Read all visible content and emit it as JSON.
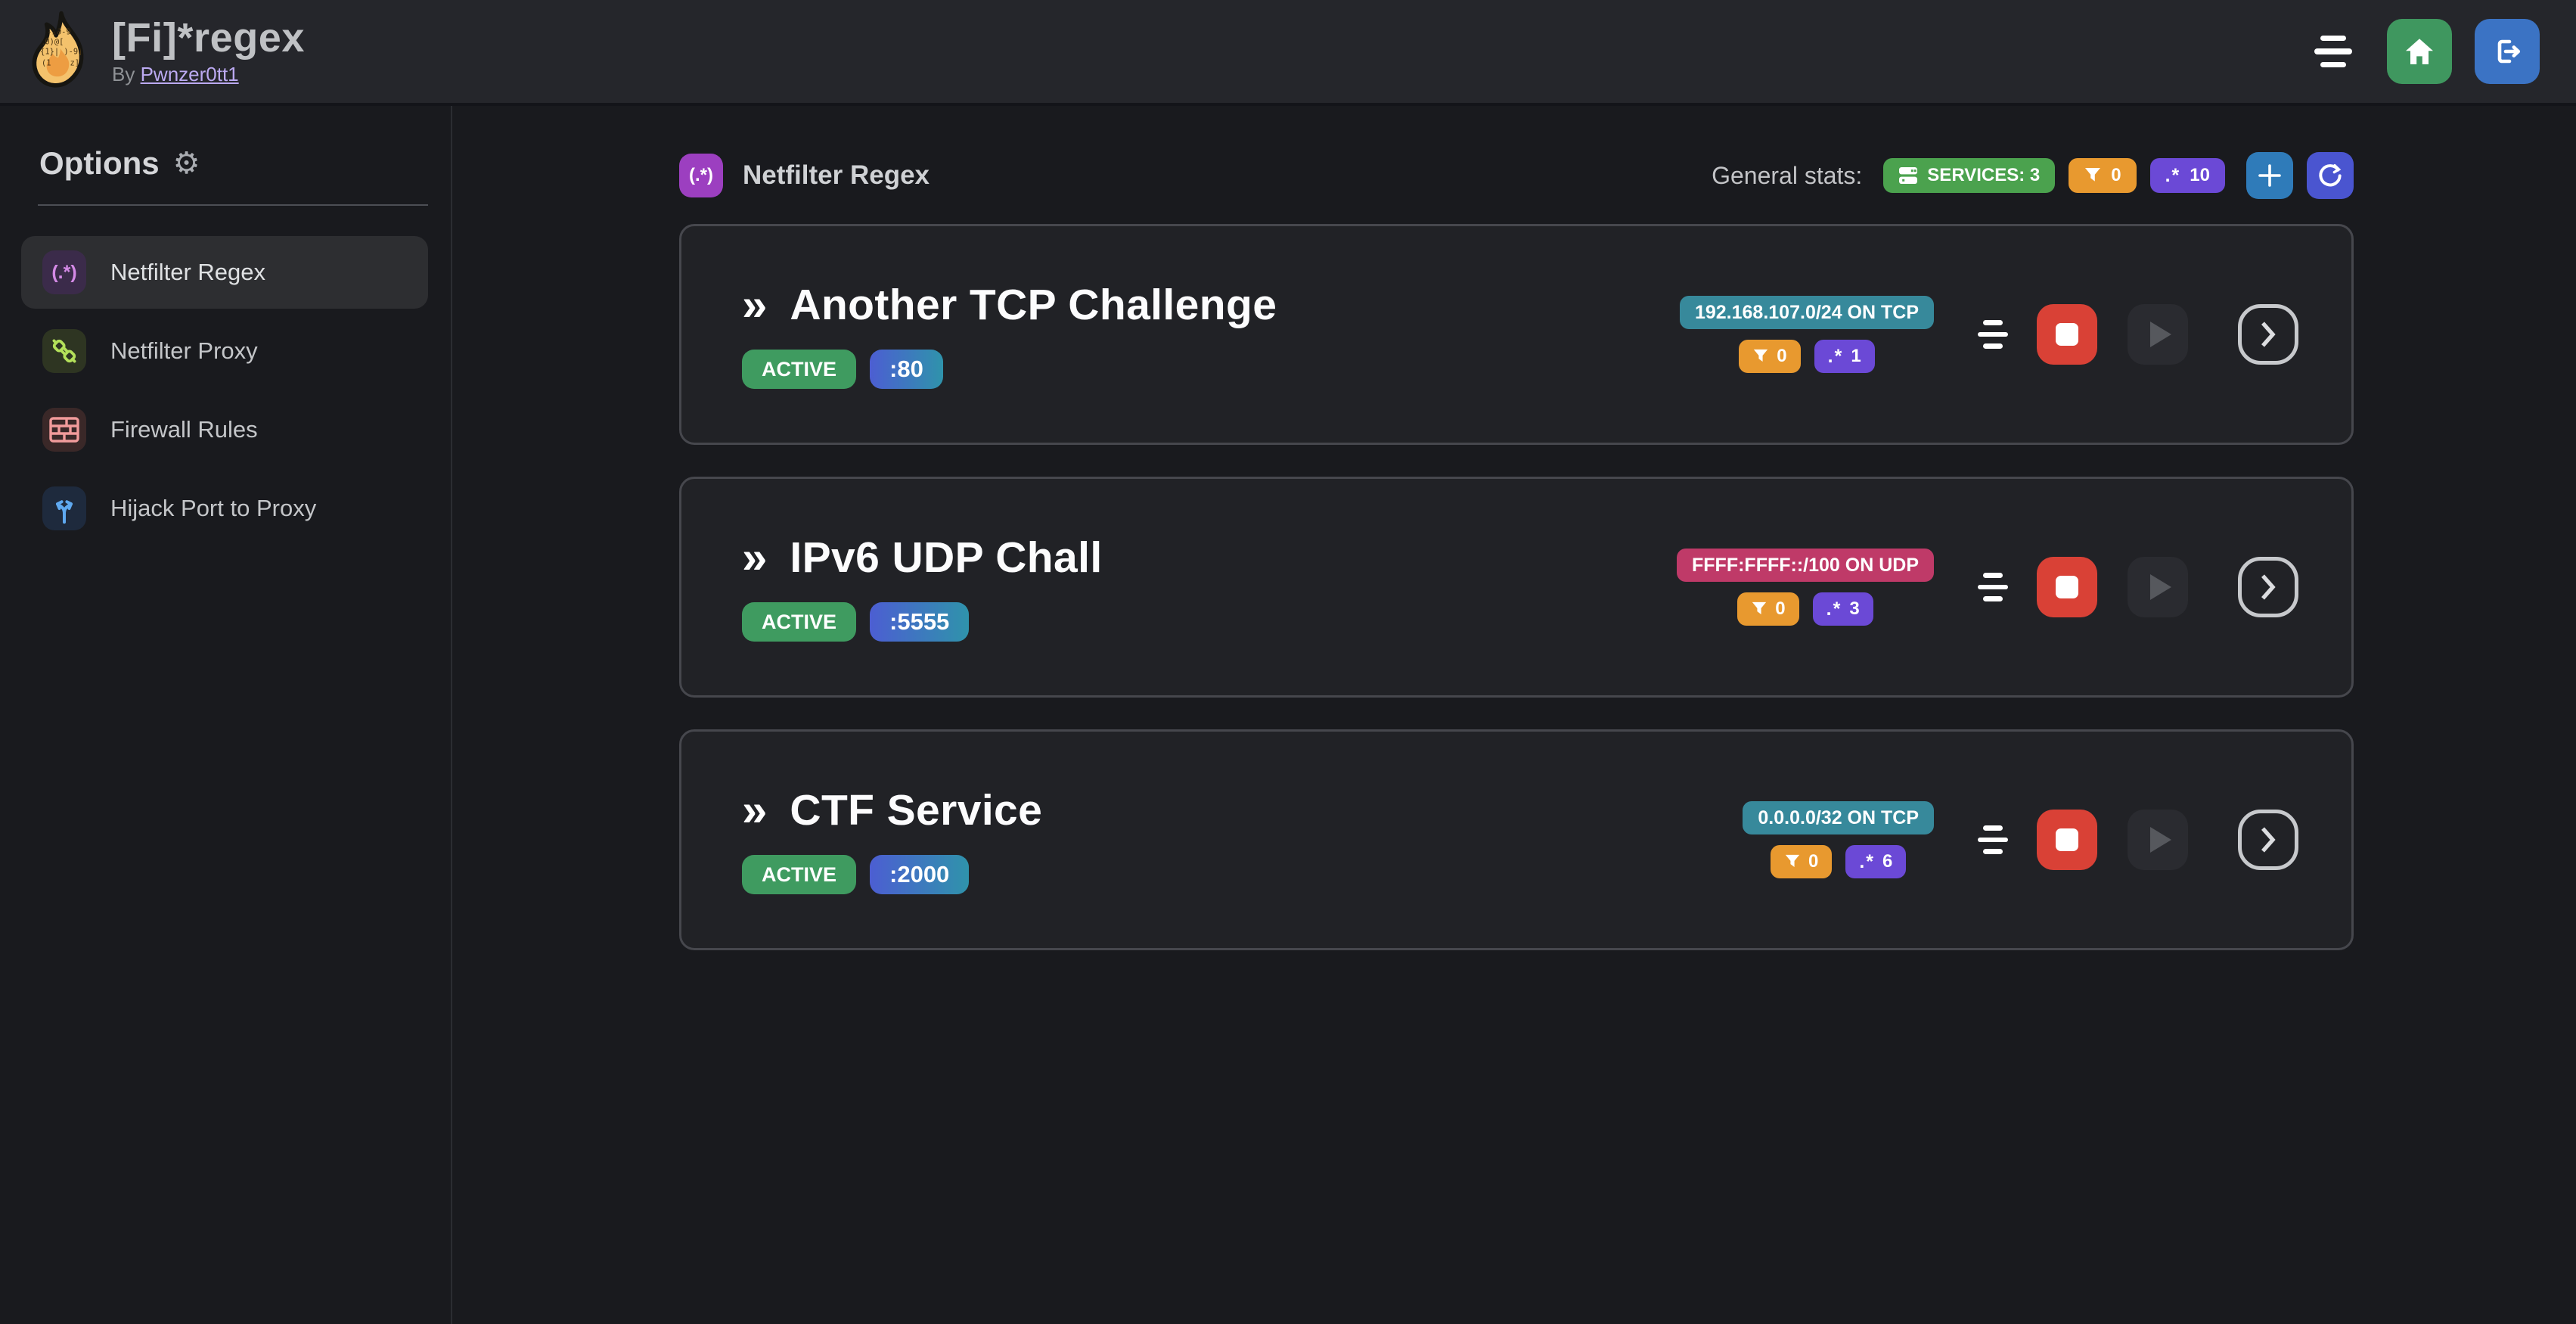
{
  "topbar": {
    "title": "[Fi]*regex",
    "byline_prefix": "By",
    "byline_link": "Pwnzer0tt1"
  },
  "sidebar": {
    "title": "Options",
    "items": [
      {
        "label": "Netfilter Regex",
        "icon": "regex-icon",
        "icon_bg": "#3b2b4a",
        "icon_color": "#d48ae6"
      },
      {
        "label": "Netfilter Proxy",
        "icon": "plug-icon",
        "icon_bg": "#2e3522",
        "icon_color": "#b3e05a"
      },
      {
        "label": "Firewall Rules",
        "icon": "wall-icon",
        "icon_bg": "#3a2828",
        "icon_color": "#f19b9b"
      },
      {
        "label": "Hijack Port to Proxy",
        "icon": "split-arrows-icon",
        "icon_bg": "#1e2a3d",
        "icon_color": "#5fa9f0"
      }
    ]
  },
  "main": {
    "header": {
      "title": "Netfilter Regex",
      "icon_text": "(.*)",
      "icon_bg": "#9c3fc0"
    },
    "stats": {
      "label": "General stats:",
      "services_badge": "SERVICES: 3",
      "filters_count": "0",
      "regex_count": "10",
      "services_color": "#4ba24e",
      "filters_color": "#e8992f",
      "regex_color": "#6b49d6"
    },
    "services": [
      {
        "name": "Another TCP Challenge",
        "status": "ACTIVE",
        "port": ":80",
        "target": "192.168.107.0/24 ON TCP",
        "target_color": "#37899b",
        "filters": "0",
        "regexes": "1"
      },
      {
        "name": "IPv6 UDP Chall",
        "status": "ACTIVE",
        "port": ":5555",
        "target": "FFFF:FFFF::/100 ON UDP",
        "target_color": "#bf3a68",
        "filters": "0",
        "regexes": "3"
      },
      {
        "name": "CTF Service",
        "status": "ACTIVE",
        "port": ":2000",
        "target": "0.0.0.0/32 ON TCP",
        "target_color": "#37899b",
        "filters": "0",
        "regexes": "6"
      }
    ]
  },
  "icons": {
    "chevrons": "»",
    "regex_dot_star": ".*",
    "gear": "⚙"
  },
  "colors": {
    "active_green": "#3f9b60",
    "stop_red": "#d94136",
    "add_blue": "#2f7bb9",
    "refresh_indigo": "#4a55d0",
    "home_green": "#3f975f",
    "logout_blue": "#3b73c4",
    "port_gradient_from": "#4c5ed2",
    "port_gradient_to": "#2f93ab"
  }
}
